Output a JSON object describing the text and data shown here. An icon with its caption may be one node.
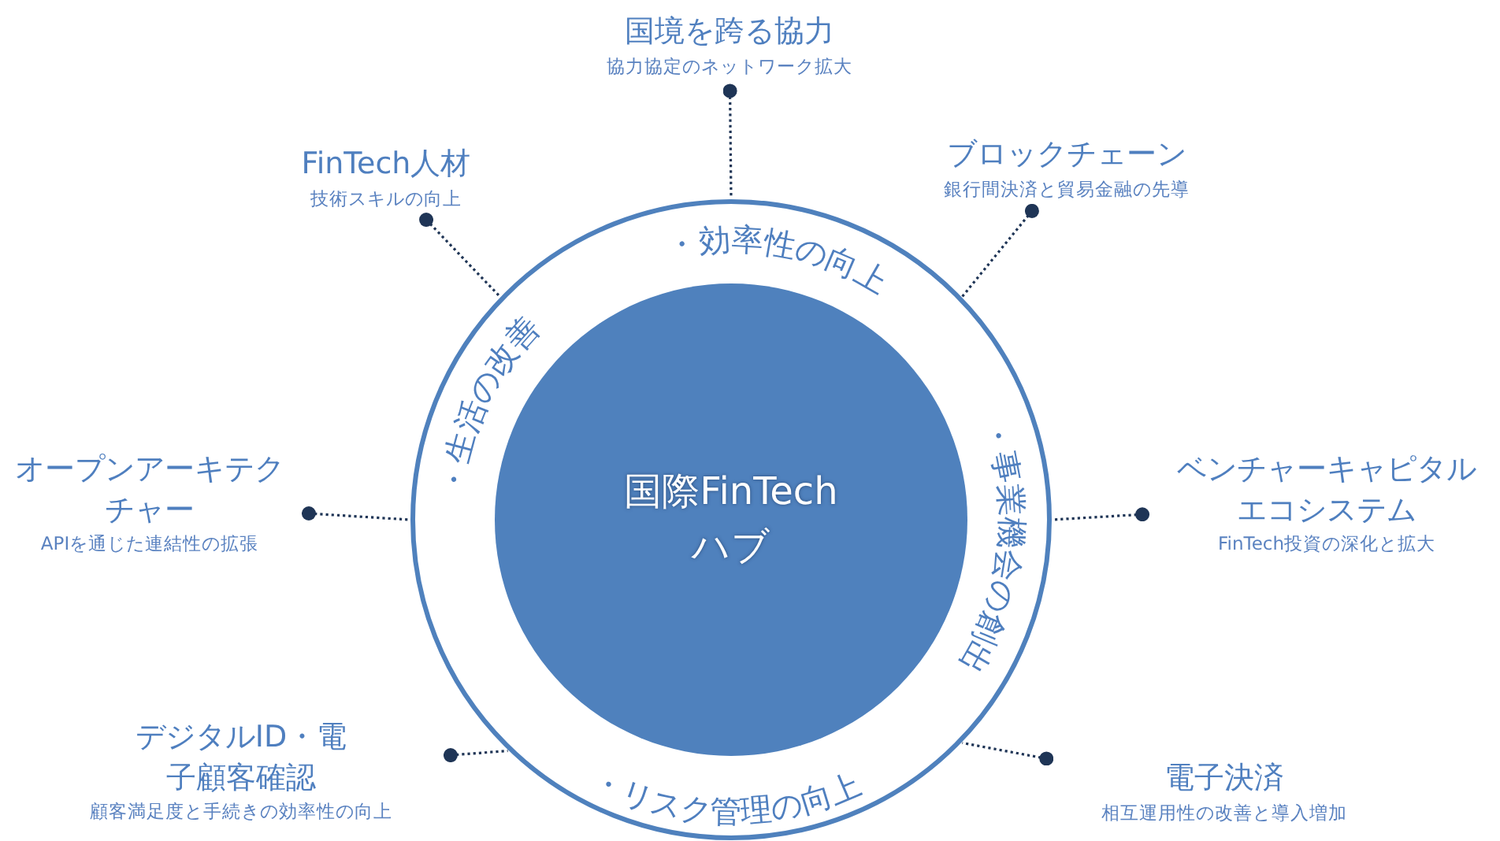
{
  "diagram": {
    "nodes": [
      {
        "text": [
          "・効率性の向上",
          "・事業機会の創出",
          "・リスク管理の向上",
          "・生活の改善"
        ]
      },
      {
        "text": [
          "国際FinTechハブ"
        ],
        "in": 0
      },
      {
        "text": [
          "国境を跨る協力",
          "協力協定のネットワーク拡大"
        ]
      },
      {
        "text": [
          "FinTech人材",
          "技術スキルの向上"
        ]
      },
      {
        "text": [
          "ブロックチェーン",
          "銀行間決済と貿易金融の先導"
        ]
      },
      {
        "text": [
          "オープンアーキテクチャー",
          "APIを通じた連結性の拡張"
        ]
      },
      {
        "text": [
          "ベンチャーキャピタルエコシステム",
          "FinTech投資の深化と拡大"
        ]
      },
      {
        "text": [
          "デジタルID・電子顧客確認",
          "顧客満足度と手続きの効率性の向上"
        ]
      },
      {
        "text": [
          "電子決済",
          "相互運用性の改善と導入増加"
        ]
      }
    ],
    "edges": [
      {
        "from": 2,
        "to": 0,
        "arrow": "other",
        "style": "dashed"
      },
      {
        "from": 3,
        "to": 0,
        "arrow": "other",
        "style": "dashed"
      },
      {
        "from": 4,
        "to": 0,
        "arrow": "other",
        "style": "dashed"
      },
      {
        "from": 5,
        "to": 0,
        "arrow": "other",
        "style": "dashed"
      },
      {
        "from": 6,
        "to": 0,
        "arrow": "other",
        "style": "dashed"
      },
      {
        "from": 7,
        "to": 0,
        "arrow": "other",
        "style": "dashed"
      },
      {
        "from": 8,
        "to": 0,
        "arrow": "other",
        "style": "dashed"
      }
    ]
  }
}
